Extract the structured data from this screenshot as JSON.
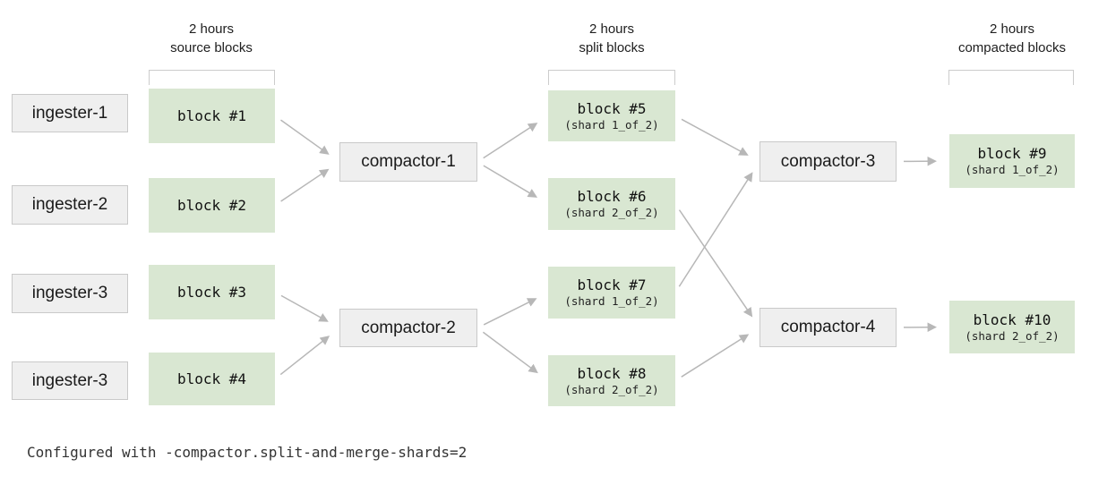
{
  "diagram": {
    "headers": [
      {
        "line1": "2 hours",
        "line2": "source blocks"
      },
      {
        "line1": "2 hours",
        "line2": "split blocks"
      },
      {
        "line1": "2 hours",
        "line2": "compacted blocks"
      }
    ],
    "ingesters": [
      "ingester-1",
      "ingester-2",
      "ingester-3",
      "ingester-3"
    ],
    "compactors": [
      "compactor-1",
      "compactor-2",
      "compactor-3",
      "compactor-4"
    ],
    "source_blocks": [
      "block #1",
      "block #2",
      "block #3",
      "block #4"
    ],
    "split_blocks": [
      {
        "label": "block #5",
        "shard": "(shard 1_of_2)"
      },
      {
        "label": "block #6",
        "shard": "(shard 2_of_2)"
      },
      {
        "label": "block #7",
        "shard": "(shard 1_of_2)"
      },
      {
        "label": "block #8",
        "shard": "(shard 2_of_2)"
      }
    ],
    "compacted_blocks": [
      {
        "label": "block #9",
        "shard": "(shard 1_of_2)"
      },
      {
        "label": "block #10",
        "shard": "(shard 2_of_2)"
      }
    ],
    "edges": [
      {
        "from": "block-1",
        "to": "compactor-1"
      },
      {
        "from": "block-2",
        "to": "compactor-1"
      },
      {
        "from": "block-3",
        "to": "compactor-2"
      },
      {
        "from": "block-4",
        "to": "compactor-2"
      },
      {
        "from": "compactor-1",
        "to": "block-5"
      },
      {
        "from": "compactor-1",
        "to": "block-6"
      },
      {
        "from": "compactor-2",
        "to": "block-7"
      },
      {
        "from": "compactor-2",
        "to": "block-8"
      },
      {
        "from": "block-5",
        "to": "compactor-3"
      },
      {
        "from": "block-6",
        "to": "compactor-4"
      },
      {
        "from": "block-7",
        "to": "compactor-3"
      },
      {
        "from": "block-8",
        "to": "compactor-4"
      },
      {
        "from": "compactor-3",
        "to": "block-9"
      },
      {
        "from": "compactor-4",
        "to": "block-10"
      }
    ],
    "caption": "Configured with -compactor.split-and-merge-shards=2",
    "colors": {
      "block_fill": "#d9e7d2",
      "box_fill": "#efefef",
      "box_border": "#c9c9c9",
      "arrow": "#b7b7b7",
      "bracket": "#cccccc",
      "text": "#1a1a1a",
      "caption_text": "#333333",
      "background": "#ffffff"
    }
  }
}
